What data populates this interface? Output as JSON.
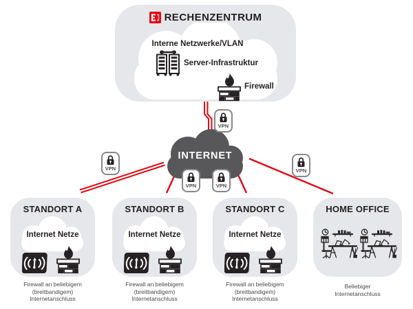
{
  "colors": {
    "accent_red": "#e30613",
    "panel_gray": "#e6e7ea",
    "internet_cloud_gray": "#58585a",
    "text_dark": "#231f20",
    "caption_gray": "#4a4a4c",
    "badge_border_gray": "#87878a"
  },
  "datacenter": {
    "title": "RECHENZENTRUM",
    "vlan_label": "Interne Netzwerke/VLAN",
    "server_label": "Server-Infrastruktur",
    "firewall_label": "Firewall"
  },
  "internet_label": "INTERNET",
  "vpn_label": "VPN",
  "sites": [
    {
      "title": "STANDORT A",
      "cloud_label": "Internet Netze",
      "caption_lines": [
        "Firewall an beliebigem",
        "(breitbandigem)",
        "Internetanschluss"
      ]
    },
    {
      "title": "STANDORT B",
      "cloud_label": "Internet Netze",
      "caption_lines": [
        "Firewall an beliebigem",
        "(breitbandigem)",
        "Internetanschluss"
      ]
    },
    {
      "title": "STANDORT C",
      "cloud_label": "Internet Netze",
      "caption_lines": [
        "Firewall an beliebigem",
        "(breitbandigem)",
        "Internetanschluss"
      ]
    },
    {
      "title": "HOME OFFICE",
      "caption_lines": [
        "Beliebiger",
        "Internetanschluss"
      ]
    }
  ],
  "icons": {
    "company-logo-icon": "red square with white E bracket",
    "server-rack-icon": "two linked server racks",
    "firewall-icon": "brick wall with flame",
    "wifi-router-icon": "dark panel with radio waves",
    "padlock-icon": "closed padlock",
    "desk-workstation-icon": "desk with chair, lamp, clock, shelf and plant",
    "datacenter-cloud": "white cloud",
    "internet-cloud": "dark gray cloud",
    "site-cloud": "white cloud"
  }
}
